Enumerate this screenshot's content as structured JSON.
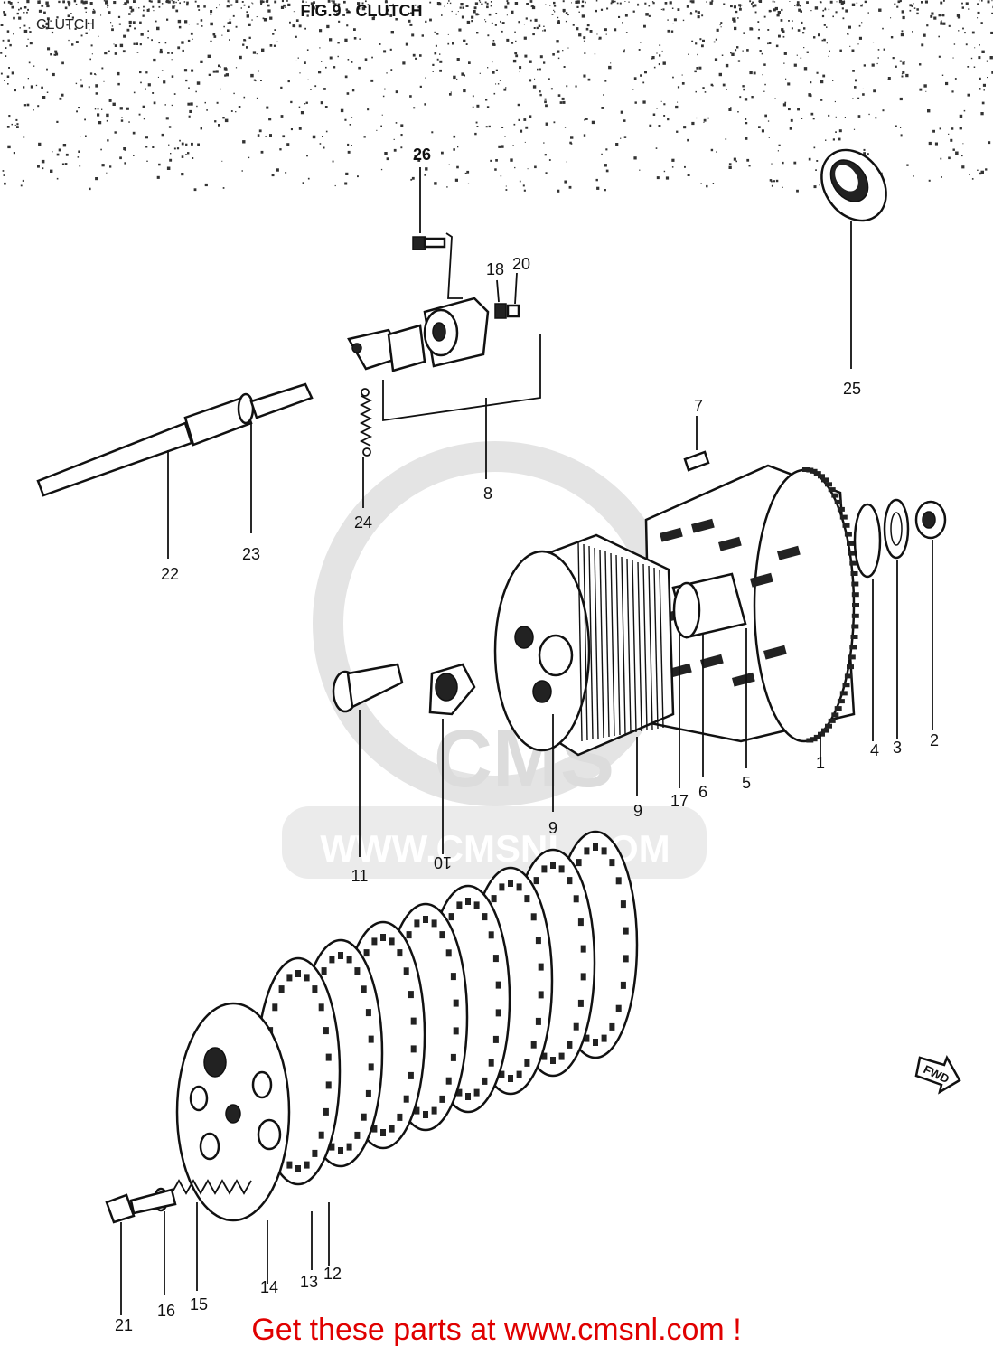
{
  "header": {
    "corner_text": "CLUTCH",
    "figure_title": "FIG.9 - CLUTCH"
  },
  "watermark": {
    "brand": "CMS",
    "url": "WWW.CMSNL.COM"
  },
  "direction_marker": "FWD",
  "callouts": [
    "1",
    "2",
    "3",
    "4",
    "5",
    "6",
    "7",
    "8",
    "9",
    "9",
    "10",
    "11",
    "12",
    "13",
    "14",
    "15",
    "16",
    "17",
    "18",
    "20",
    "21",
    "22",
    "23",
    "24",
    "25",
    "26"
  ],
  "footer": {
    "text": "Get these parts at www.cmsnl.com !"
  },
  "colors": {
    "footer_text": "#e00000",
    "line_art": "#111111",
    "watermark": "#dcdcdc"
  }
}
